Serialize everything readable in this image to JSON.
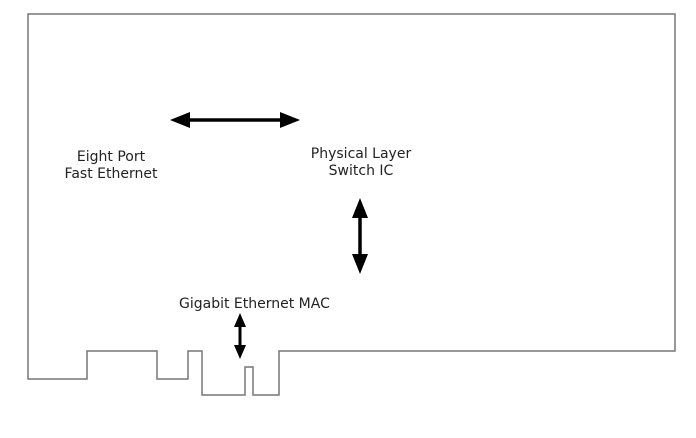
{
  "diagram": {
    "labels": {
      "fast_ethernet": {
        "line1": "Eight Port",
        "line2": "Fast Ethernet"
      },
      "phy_switch": {
        "line1": "Physical Layer",
        "line2": "Switch IC"
      },
      "mac": "Gigabit Ethernet MAC"
    },
    "colors": {
      "board_outline": "#777777",
      "arrow": "#000000",
      "text": "#222222"
    },
    "icons": {
      "horizontal_arrow": "double-arrow-horizontal-icon",
      "vertical_arrow": "double-arrow-vertical-icon",
      "small_vertical_arrow": "double-arrow-vertical-icon"
    }
  }
}
